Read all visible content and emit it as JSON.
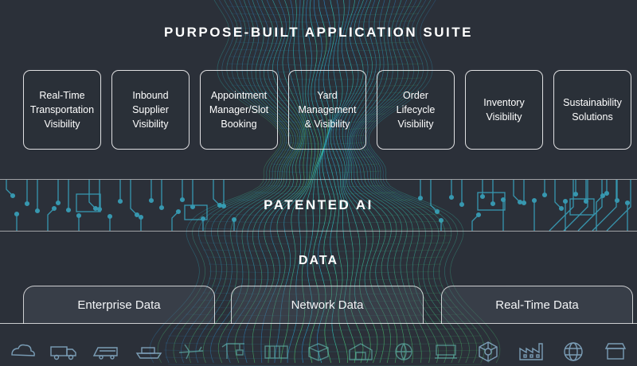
{
  "suite_title": "PURPOSE-BUILT APPLICATION SUITE",
  "applications": [
    {
      "label": "Real-Time\nTransportation\nVisibility"
    },
    {
      "label": "Inbound\nSupplier\nVisibility"
    },
    {
      "label": "Appointment\nManager/Slot\nBooking"
    },
    {
      "label": "Yard\nManagement\n& Visibility"
    },
    {
      "label": "Order\nLifecycle\nVisibility"
    },
    {
      "label": "Inventory\nVisibility"
    },
    {
      "label": "Sustainability\nSolutions"
    }
  ],
  "ai_title": "PATENTED AI",
  "data_title": "DATA",
  "data_sources": [
    {
      "label": "Enterprise Data"
    },
    {
      "label": "Network Data"
    },
    {
      "label": "Real-Time Data"
    }
  ],
  "bottom_icons": [
    "cloud-icon",
    "truck-icon",
    "train-icon",
    "ship-icon",
    "airplane-icon",
    "crane-icon",
    "container-icon",
    "box-icon",
    "warehouse-icon",
    "globe-icon",
    "pallet-icon",
    "network-icon",
    "factory-icon",
    "world-icon",
    "store-icon"
  ],
  "colors": {
    "background": "#2b3039",
    "wave_teal": "#2bc6c9",
    "wave_blue": "#2a86c8",
    "wave_green": "#4cc76a",
    "circuit": "#3aa9c4"
  }
}
